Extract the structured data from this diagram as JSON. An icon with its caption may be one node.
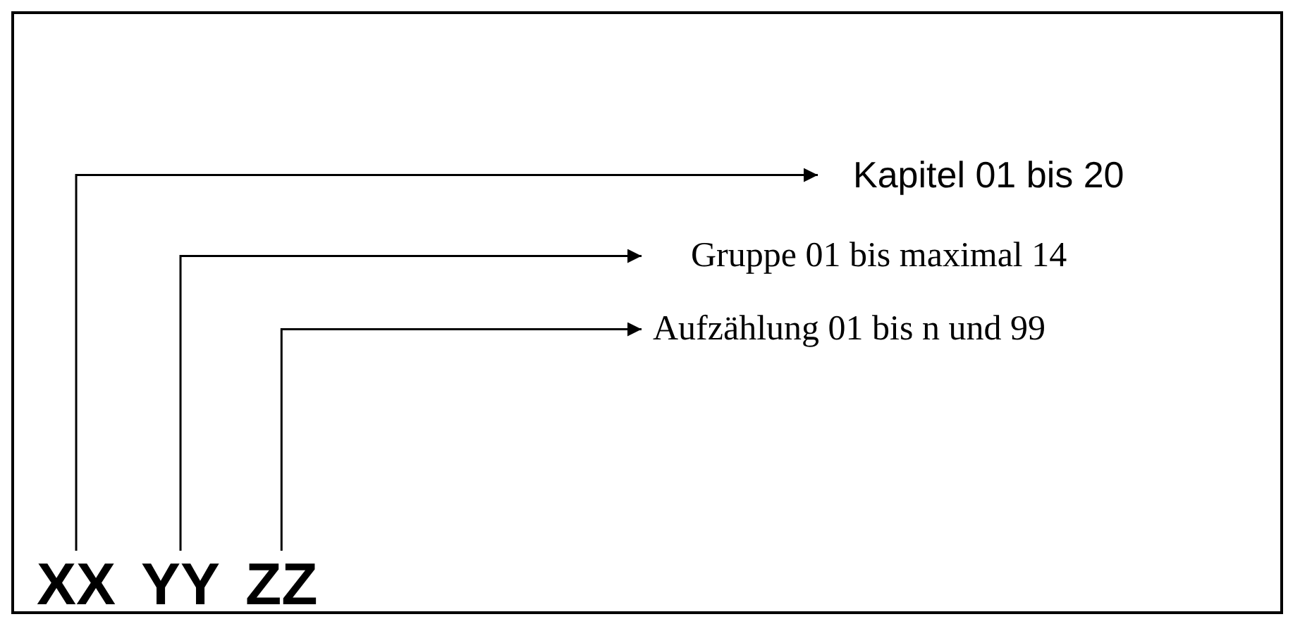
{
  "diagram": {
    "nodes": [
      {
        "text": [
          "XX"
        ]
      },
      {
        "text": [
          "YY"
        ]
      },
      {
        "text": [
          "ZZ"
        ]
      },
      {
        "text": [
          "Kapitel 01 bis 20"
        ]
      },
      {
        "text": [
          "Gruppe 01 bis maximal 14"
        ]
      },
      {
        "text": [
          "Aufzählung 01 bis n und 99"
        ]
      }
    ],
    "edges": [
      {
        "from": 0,
        "to": 3,
        "arrow": "to"
      },
      {
        "from": 1,
        "to": 4,
        "arrow": "to"
      },
      {
        "from": 2,
        "to": 5,
        "arrow": "to"
      }
    ]
  }
}
